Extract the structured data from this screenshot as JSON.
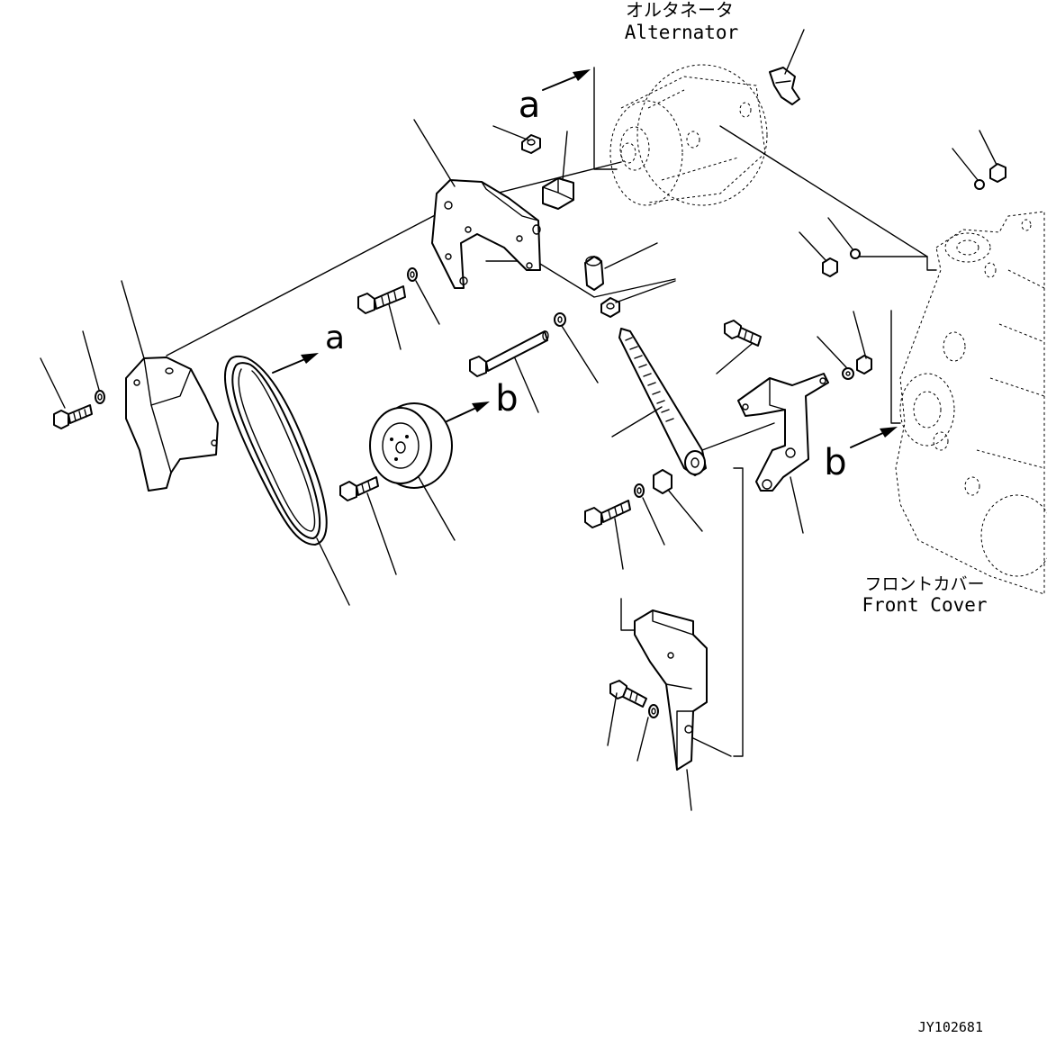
{
  "labels": {
    "alternator_jp": "オルタネータ",
    "alternator_en": "Alternator",
    "front_cover_jp": "フロントカバー",
    "front_cover_en": "Front Cover",
    "ref_a_top": "a",
    "ref_a_mid": "a",
    "ref_b_mid": "b",
    "ref_b_right": "b",
    "drawing_id": "JY102681"
  }
}
